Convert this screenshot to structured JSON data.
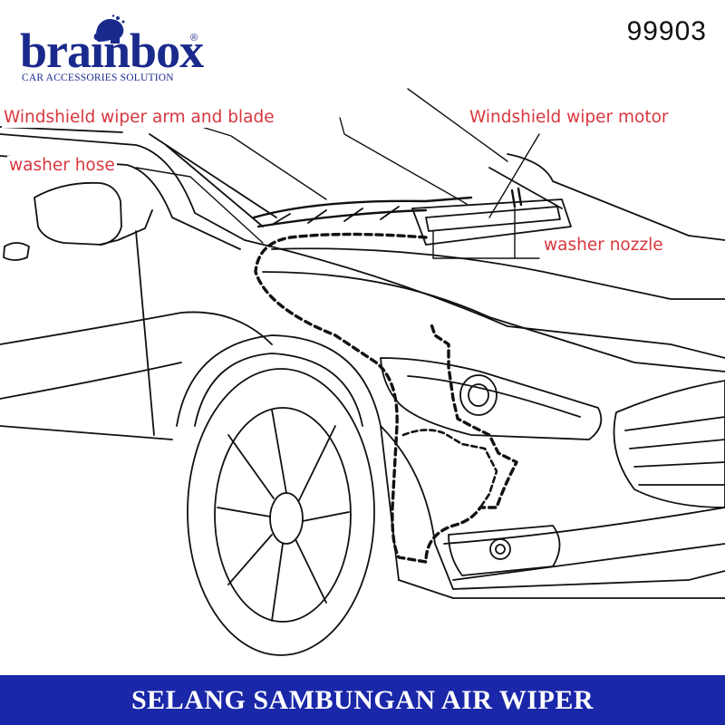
{
  "brand": {
    "name": "brainbox",
    "tagline": "CAR ACCESSORIES SOLUTION",
    "registered": "®",
    "color": "#1a2a8c"
  },
  "product_code": "99903",
  "labels": {
    "arm_blade": "Windshield wiper arm and blade",
    "washer_hose": "washer hose",
    "wiper_motor": "Windshield wiper motor",
    "washer_nozzle": "washer nozzle"
  },
  "label_color": "#d9363e",
  "footer": {
    "title": "SELANG SAMBUNGAN AIR WIPER",
    "bg_color": "#1a27a8"
  }
}
